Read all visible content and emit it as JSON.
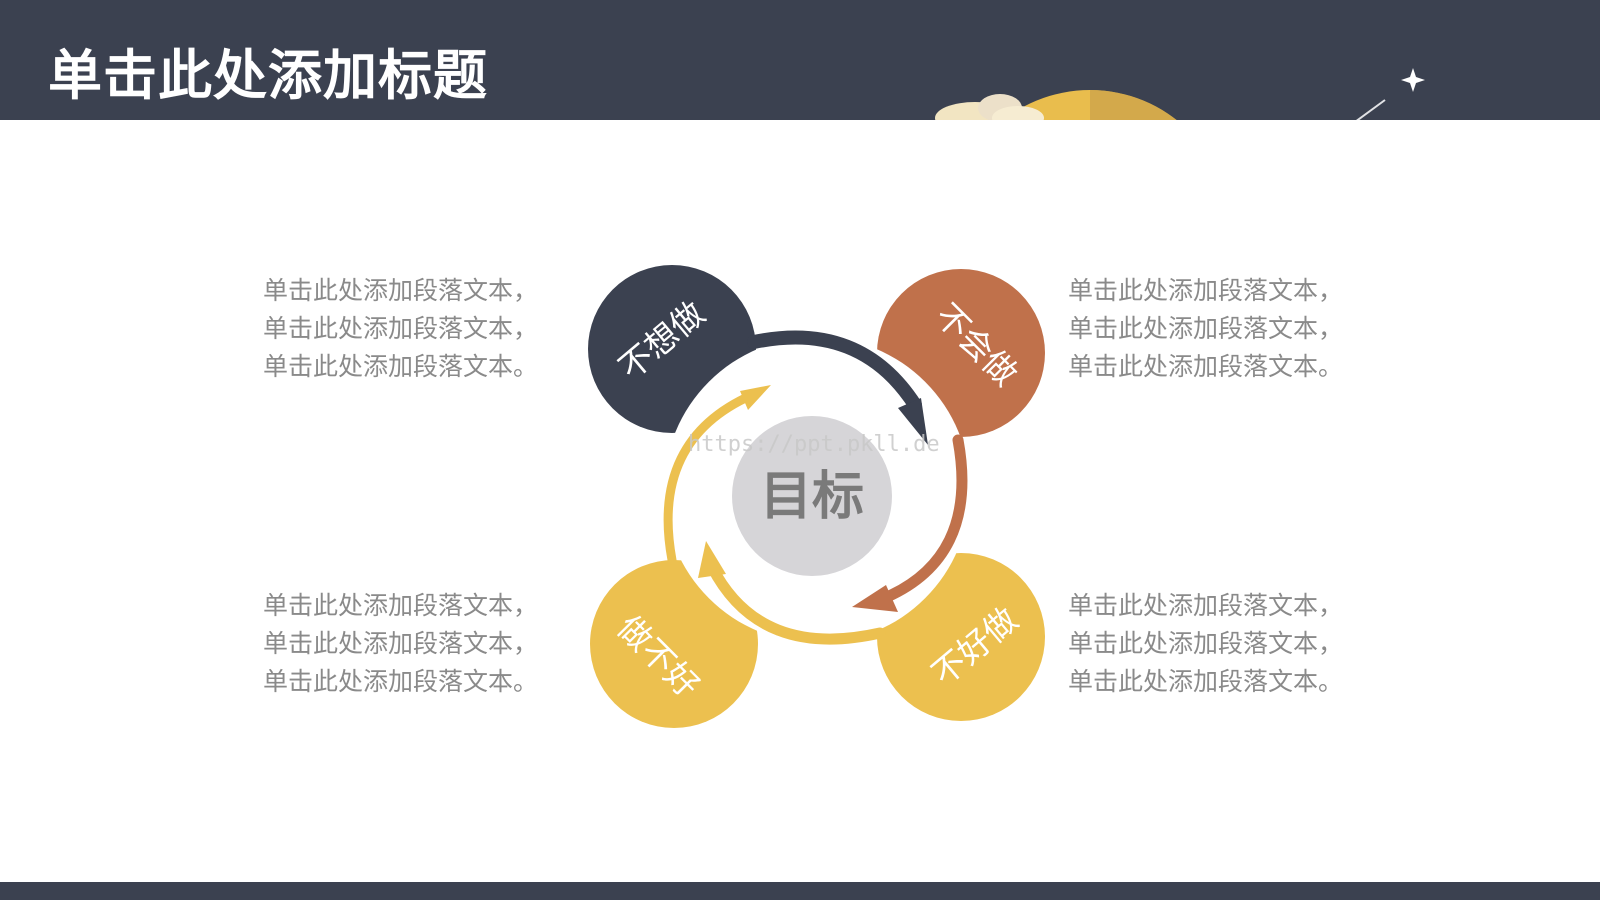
{
  "slide": {
    "title": "单击此处添加标题"
  },
  "colors": {
    "header_bg": "#3b4150",
    "navy": "#3b4150",
    "orange": "#c0714b",
    "yellow": "#ecc04f",
    "center_gray": "#d6d5d8",
    "center_text": "#7a7a7a",
    "body_text": "#8a8a8a"
  },
  "diagram": {
    "center_label": "目标",
    "petals": [
      {
        "label": "不想做",
        "color": "navy"
      },
      {
        "label": "不会做",
        "color": "orange"
      },
      {
        "label": "不好做",
        "color": "yellow"
      },
      {
        "label": "做不好",
        "color": "yellow"
      }
    ]
  },
  "paragraphs": {
    "top_left": [
      "单击此处添加段落文本，",
      "单击此处添加段落文本，",
      "单击此处添加段落文本。"
    ],
    "top_right": [
      "单击此处添加段落文本，",
      "单击此处添加段落文本，",
      "单击此处添加段落文本。"
    ],
    "bottom_left": [
      "单击此处添加段落文本，",
      "单击此处添加段落文本，",
      "单击此处添加段落文本。"
    ],
    "bottom_right": [
      "单击此处添加段落文本，",
      "单击此处添加段落文本，",
      "单击此处添加段落文本。"
    ]
  },
  "watermark": "https://ppt.pkll.de"
}
